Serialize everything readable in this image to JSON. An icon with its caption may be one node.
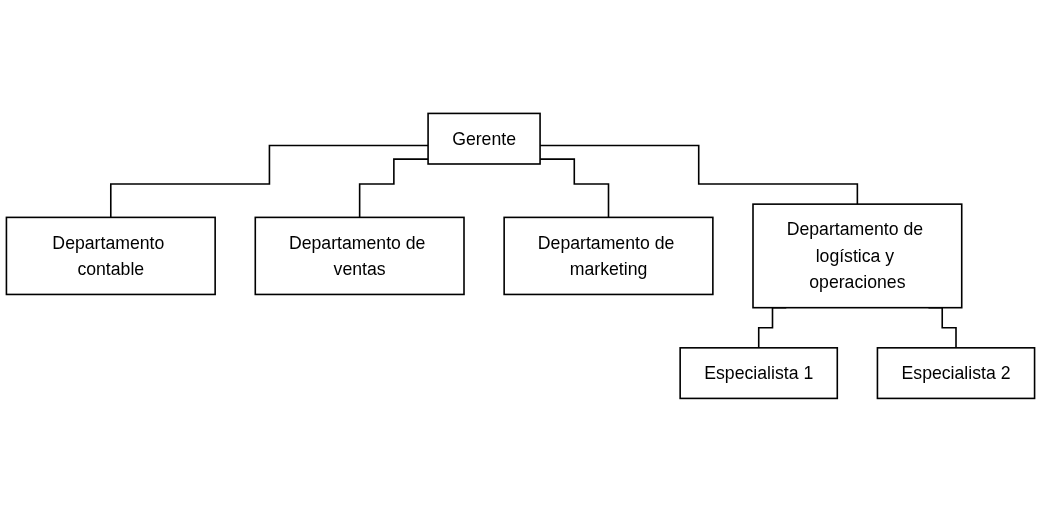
{
  "diagram": {
    "nodes": [
      {
        "text": [
          "Gerente"
        ]
      },
      {
        "text": [
          "Departamento contable"
        ]
      },
      {
        "text": [
          "Departamento de ventas"
        ]
      },
      {
        "text": [
          "Departamento de marketing"
        ]
      },
      {
        "text": [
          "Departamento de logística y operaciones"
        ]
      },
      {
        "text": [
          "Especialista 1"
        ]
      },
      {
        "text": [
          "Especialista 2"
        ]
      }
    ],
    "edges": [
      {
        "from": 0,
        "to": 1,
        "arrow": "none"
      },
      {
        "from": 0,
        "to": 2,
        "arrow": "none"
      },
      {
        "from": 0,
        "to": 3,
        "arrow": "none"
      },
      {
        "from": 0,
        "to": 4,
        "arrow": "none"
      },
      {
        "from": 4,
        "to": 5,
        "arrow": "none"
      },
      {
        "from": 4,
        "to": 6,
        "arrow": "none"
      }
    ]
  }
}
